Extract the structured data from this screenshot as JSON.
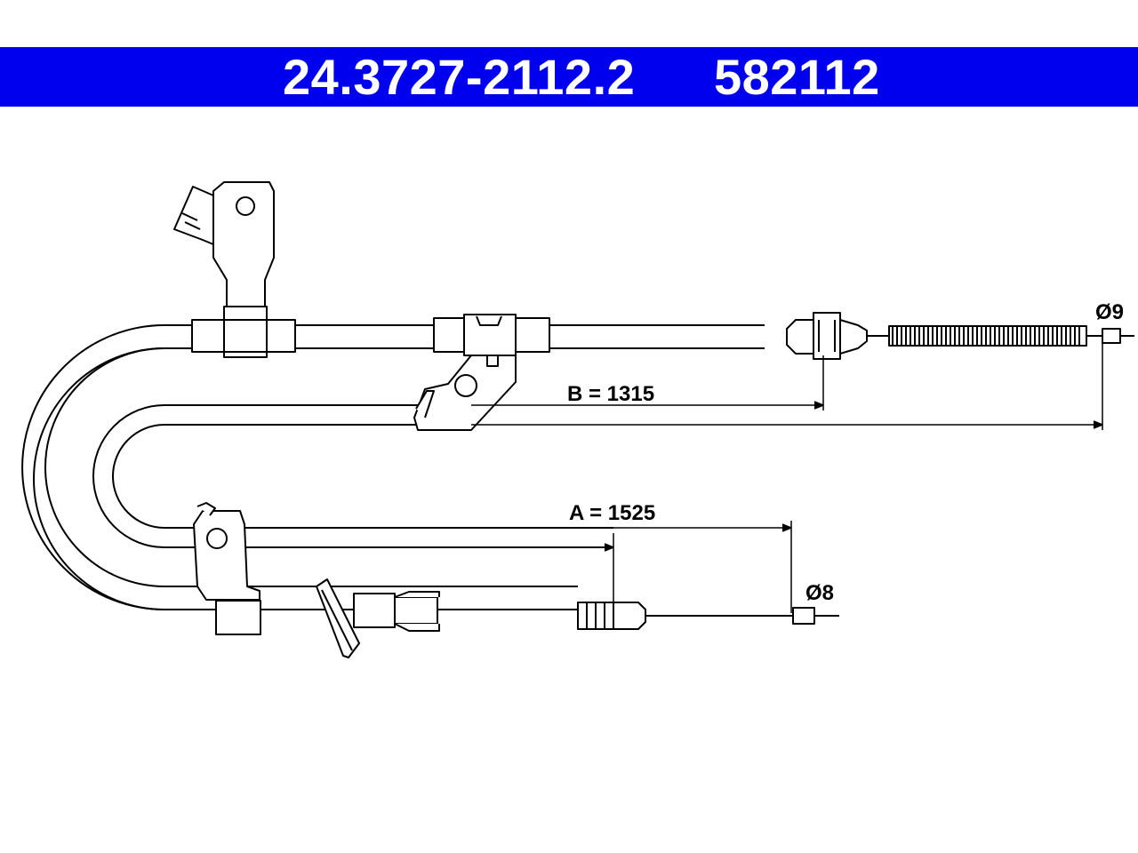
{
  "header": {
    "part_number": "24.3727-2112.2",
    "reference_number": "582112",
    "background_color": "#0000ee",
    "text_color": "#ffffff"
  },
  "dimensions": {
    "b_label": "B = 1315",
    "a_label": "A = 1525",
    "diameter_upper": "Ø9",
    "diameter_lower": "Ø8"
  }
}
